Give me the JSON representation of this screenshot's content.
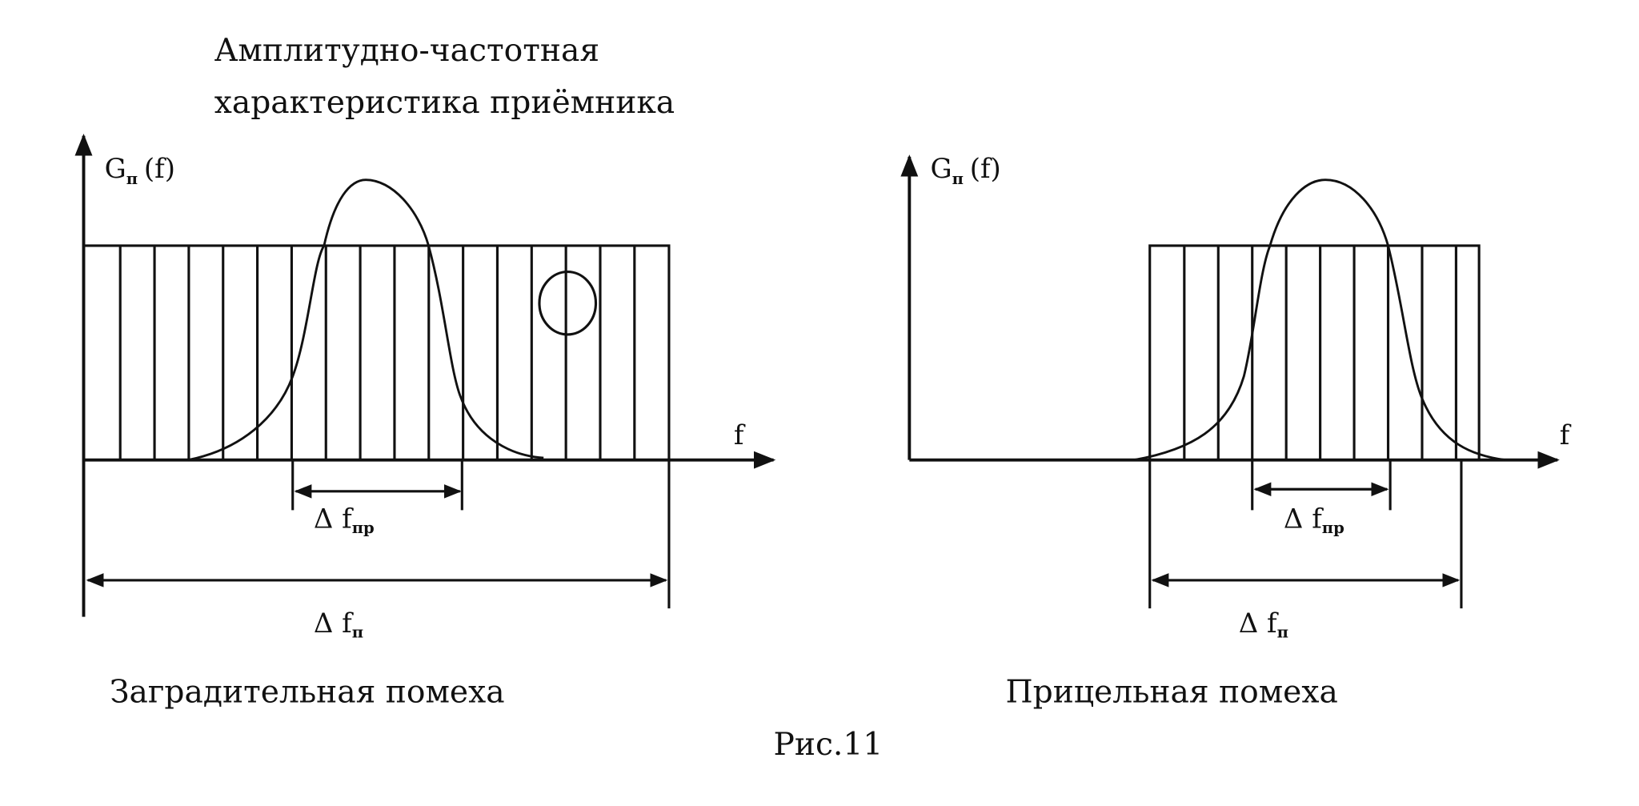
{
  "title_line1": "Амплитудно-частотная",
  "title_line2": "характеристика приёмника",
  "figure_caption": "Рис.11",
  "left": {
    "y_label_main": "G",
    "y_label_sub": "п",
    "y_label_arg": "(f)",
    "x_label": "f",
    "receiver_band_main": "Δ f",
    "receiver_band_sub": "пр",
    "jam_band_main": "Δ f",
    "jam_band_sub": "п",
    "caption": "Заградительная помеха"
  },
  "right": {
    "y_label_main": "G",
    "y_label_sub": "п",
    "y_label_arg": "(f)",
    "x_label": "f",
    "receiver_band_main": "Δ f",
    "receiver_band_sub": "пр",
    "jam_band_main": "Δ f",
    "jam_band_sub": "п",
    "caption": "Прицельная помеха"
  }
}
